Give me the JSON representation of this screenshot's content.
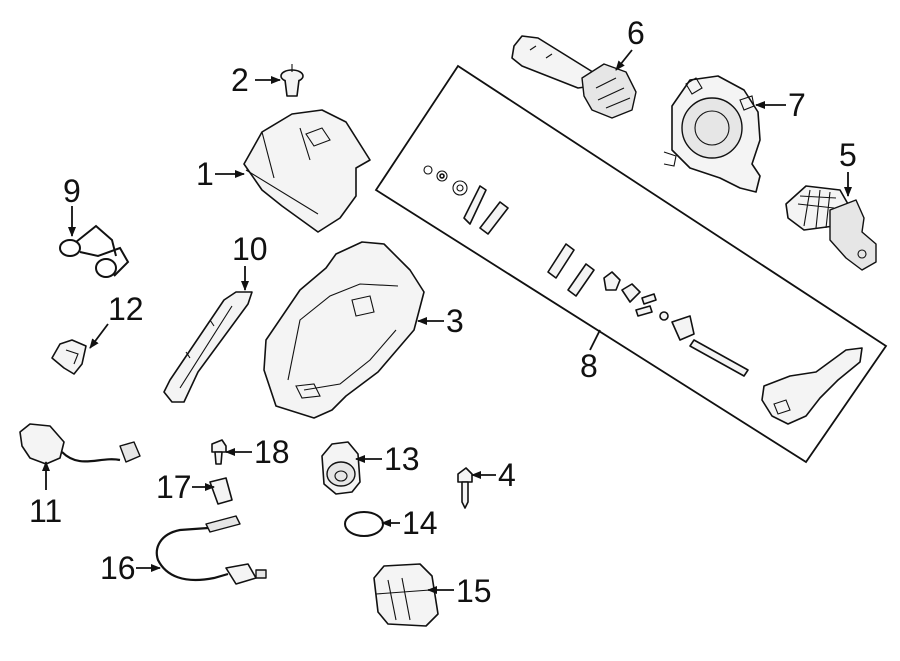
{
  "callouts": {
    "c1": "1",
    "c2": "2",
    "c3": "3",
    "c4": "4",
    "c5": "5",
    "c6": "6",
    "c7": "7",
    "c8": "8",
    "c9": "9",
    "c10": "10",
    "c11": "11",
    "c12": "12",
    "c13": "13",
    "c14": "14",
    "c15": "15",
    "c16": "16",
    "c17": "17",
    "c18": "18"
  },
  "colors": {
    "line": "#111111",
    "part_fill": "#f4f4f4",
    "background": "#ffffff"
  }
}
